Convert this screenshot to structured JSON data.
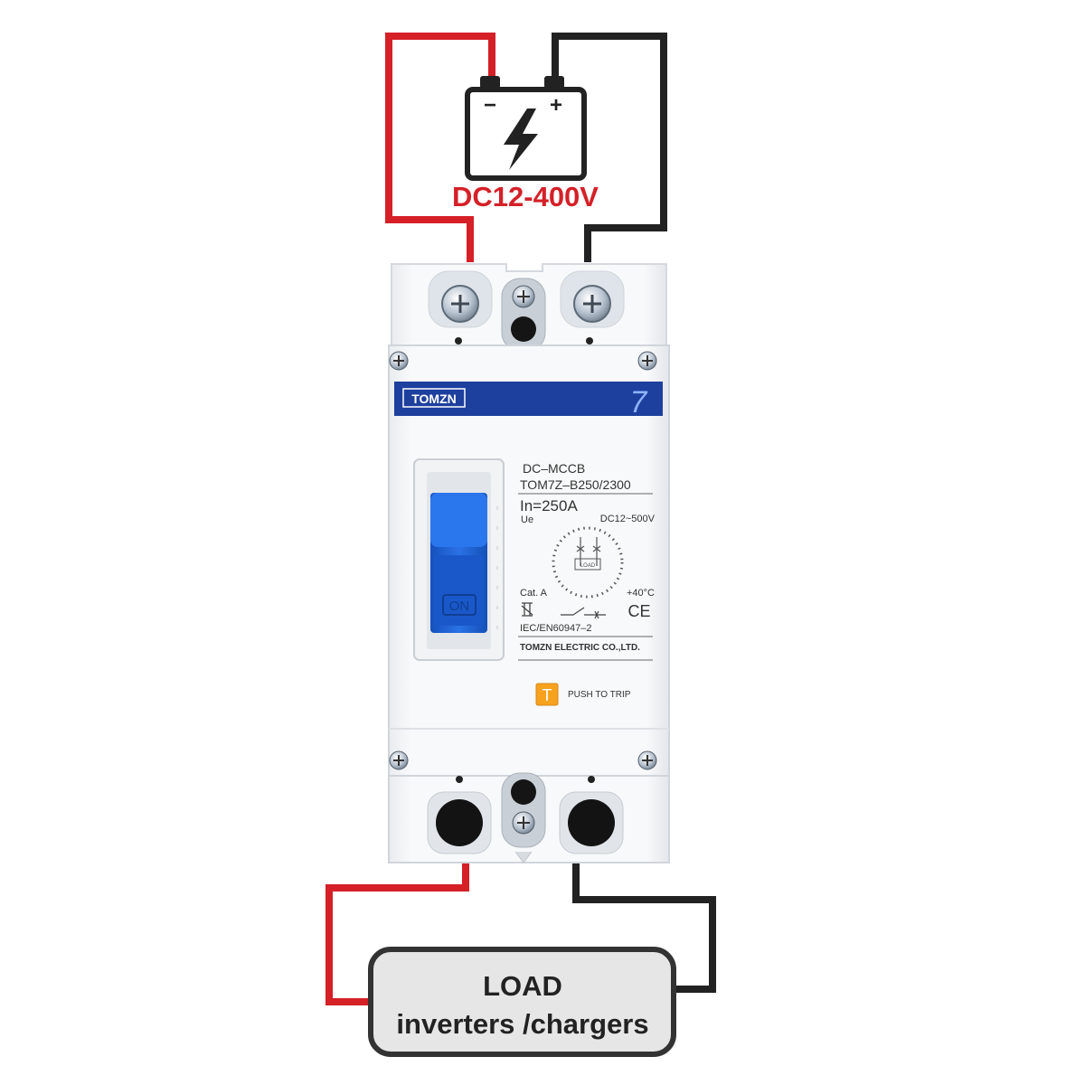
{
  "source": {
    "voltage_label": "DC12-400V",
    "minus_sign": "−",
    "plus_sign": "+"
  },
  "breaker": {
    "top_terminal_plus": "+",
    "top_terminal_minus": "−",
    "brand": "TOMZN",
    "series_number": "7",
    "type": "DC–MCCB",
    "model": "TOM7Z–B250/2300",
    "rated_current": "In=250A",
    "ue_label": "Ue",
    "ue_value": "DC12~500V",
    "load_mark": "LOAD",
    "category": "Cat. A",
    "temperature": "+40°C",
    "ce_mark": "CE",
    "standard": "IEC/EN60947–2",
    "manufacturer": "TOMZN ELECTRIC CO.,LTD.",
    "handle_label": "ON",
    "trip_button_letter": "T",
    "trip_label": "PUSH TO TRIP"
  },
  "load": {
    "title": "LOAD",
    "subtitle": "inverters /chargers"
  },
  "colors": {
    "positive_wire": "#d52027",
    "negative_wire": "#222222",
    "brand_band": "#1d3f9e",
    "handle": "#1a5fd0",
    "trip_button": "#f6a21e",
    "load_box": "#e6e6e6"
  }
}
